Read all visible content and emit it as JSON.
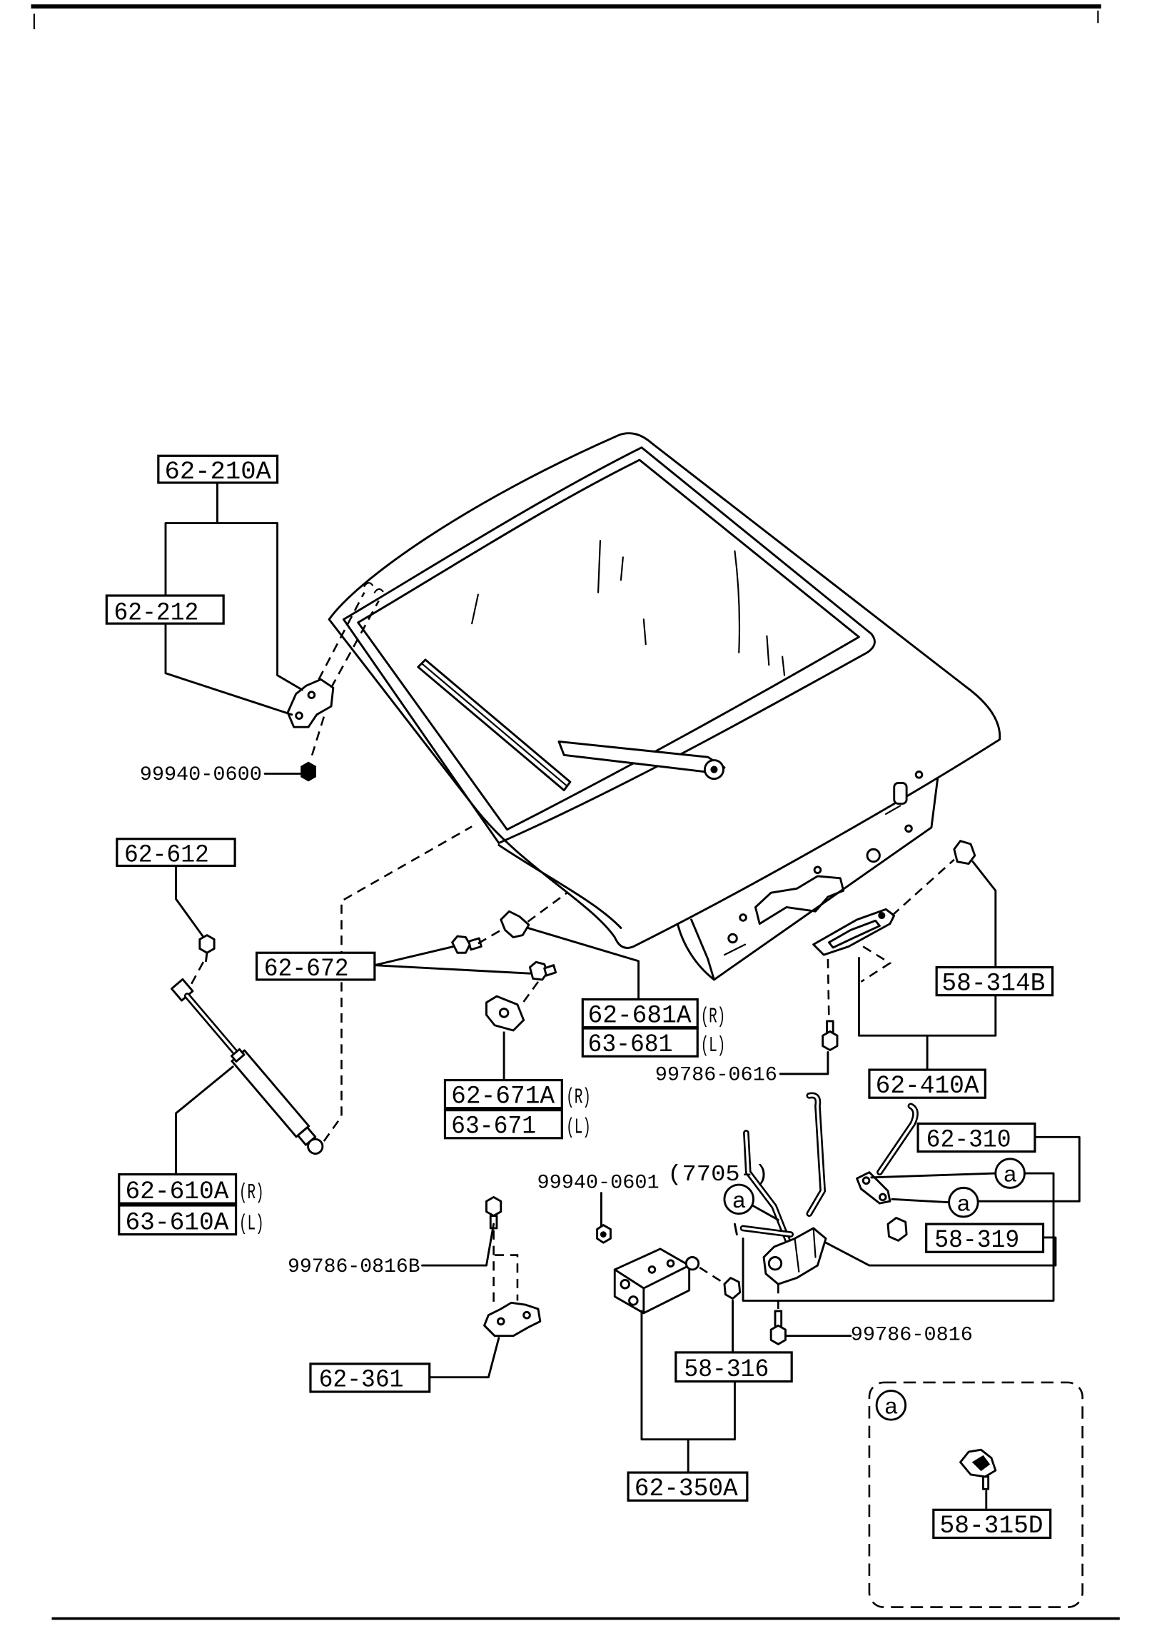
{
  "callouts": {
    "c62_210A": "62-210A",
    "c62_212": "62-212",
    "c99940_0600": "99940-0600",
    "c62_612": "62-612",
    "c62_672": "62-672",
    "c62_681A": "62-681A",
    "c63_681": "63-681",
    "c58_314B": "58-314B",
    "c99786_0616": "99786-0616",
    "c62_410A": "62-410A",
    "c62_671A": "62-671A",
    "c63_671": "63-671",
    "c62_310": "62-310",
    "c99940_0601": "99940-0601",
    "c7705_note": "(7705-)",
    "c62_610A": "62-610A",
    "c63_610A": "63-610A",
    "c58_319": "58-319",
    "c99786_0816B": "99786-0816B",
    "c99786_0816": "99786-0816",
    "c58_316": "58-316",
    "c62_361": "62-361",
    "c62_350A": "62-350A",
    "c58_315D": "58-315D"
  },
  "side_marks": {
    "right": "(R)",
    "left": "(L)"
  },
  "detail_ref": "a",
  "colors": {
    "line": "#000000",
    "background": "#ffffff"
  }
}
